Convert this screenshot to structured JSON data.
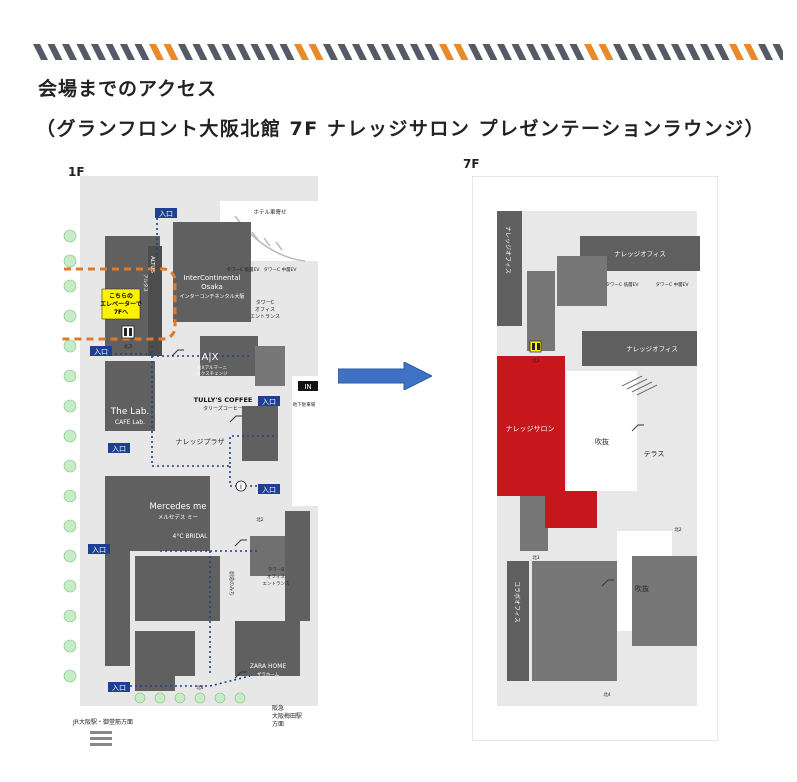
{
  "header": {
    "title": "会場までのアクセス",
    "subtitle": "（グランフロント大阪北館 7F ナレッジサロン プレゼンテーションラウンジ）"
  },
  "colors": {
    "stripe_gray": "#555a66",
    "stripe_orange": "#e8892a",
    "building_gray": "#5f5f5f",
    "floor_light": "#e6e6e6",
    "highlight_red": "#c8161d",
    "route_blue": "#1f3f93",
    "callout_yellow": "#fff200",
    "arrow_blue": "#3f72c4",
    "callout_border_orange": "#e07a2a"
  },
  "map_1f": {
    "floor_label": "1F",
    "labels": {
      "hotel": "ホテル車寄せ",
      "intercon_en1": "InterContinental",
      "intercon_en2": "Osaka",
      "intercon_ja": "インターコンチネンタル大阪",
      "tower_ev": "タワーC 低層EV",
      "tower_ev2": "タワーC 中層EV",
      "tower_office": "タワーC",
      "tower_office2": "オフィス",
      "tower_office3": "エントランス",
      "altus": "ALTUS",
      "altus_ja": "アルタス",
      "callout1": "こちらの",
      "callout2": "エレベーターで",
      "callout3": "7Fへ",
      "ax": "A|X",
      "ax_ja1": "A|Xアルマーニ",
      "ax_ja2": "エクスチェンジ",
      "lab1": "The Lab.",
      "lab2": "CAFE Lab.",
      "tullys_en": "TULLY'S COFFEE",
      "tullys_ja": "タリーズコーヒー",
      "knowledge_plaza": "ナレッジプラザ",
      "mercedes_en": "Mercedes me",
      "mercedes_ja": "メルセデス ミー",
      "bridal": "4°C BRIDAL",
      "towerb1": "タワーB",
      "towerb2": "オフィス",
      "towerb3": "エントランス",
      "kita_no_michi": "創造のみち",
      "zara_en": "ZARA HOME",
      "zara_ja": "ザラホーム",
      "jr": "JR大阪駅・御堂筋方面",
      "hankyu1": "阪急",
      "hankyu2": "大阪梅田駅",
      "hankyu3": "方面",
      "entrance": "入口",
      "in_sign": "IN",
      "parking": "地下駐車場",
      "ev_b3": "北3",
      "ev_b2": "北2",
      "ev_b4": "北4",
      "info": "i"
    }
  },
  "map_7f": {
    "floor_label": "7F",
    "labels": {
      "knowledge_office_v": "ナレッジオフィス",
      "knowledge_office_1": "ナレッジオフィス",
      "knowledge_office_2": "ナレッジオフィス",
      "tower_ev_low": "タワーC 低層EV",
      "tower_ev_mid": "タワーC 中層EV",
      "salon": "ナレッジサロン",
      "atrium1": "吹抜",
      "atrium2": "吹抜",
      "terrace": "テラス",
      "colabo_office": "コラボオフィス",
      "ev_n3": "北3",
      "ev_n2": "北2",
      "ev_n4": "北4"
    }
  }
}
